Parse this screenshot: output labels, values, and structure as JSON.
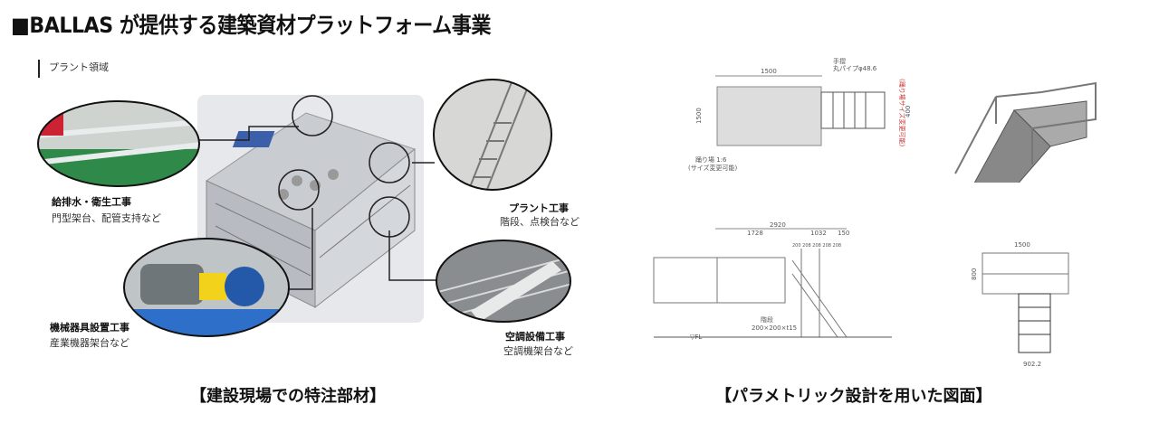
{
  "title": "■BALLAS が提供する建築資材プラットフォーム事業",
  "left": {
    "region_label": "プラント領域",
    "callouts": [
      {
        "title": "給排水・衛生工事",
        "desc": "門型架台、配管支持など"
      },
      {
        "title": "機械器具設置工事",
        "desc": "産業機器架台など"
      },
      {
        "title": "プラント工事",
        "desc": "階段、点検台など"
      },
      {
        "title": "空調設備工事",
        "desc": "空調機架台など"
      }
    ],
    "caption": "【建設現場での特注部材】"
  },
  "right": {
    "drawing_labels": {
      "plan_width": "1500",
      "plan_depth": "1500",
      "stair_width": "400",
      "handrail": "手摺",
      "handrail_spec": "丸パイプφ48.6",
      "landing": "踊り場 1:6",
      "landing_note": "(サイズ変更可能)",
      "red_note": "(踊り場サイズ変更可能)",
      "elev_total": "2920",
      "elev_a": "1728",
      "elev_b": "1032",
      "elev_c": "150",
      "steps": "200 208 208 208 208",
      "stair_label": "階段",
      "stair_spec": "200×200×t15",
      "fl": "▽FL",
      "side_width": "1500",
      "side_height": "800",
      "side_bottom": "902.2"
    },
    "caption": "【パラメトリック設計を用いた図面】"
  }
}
